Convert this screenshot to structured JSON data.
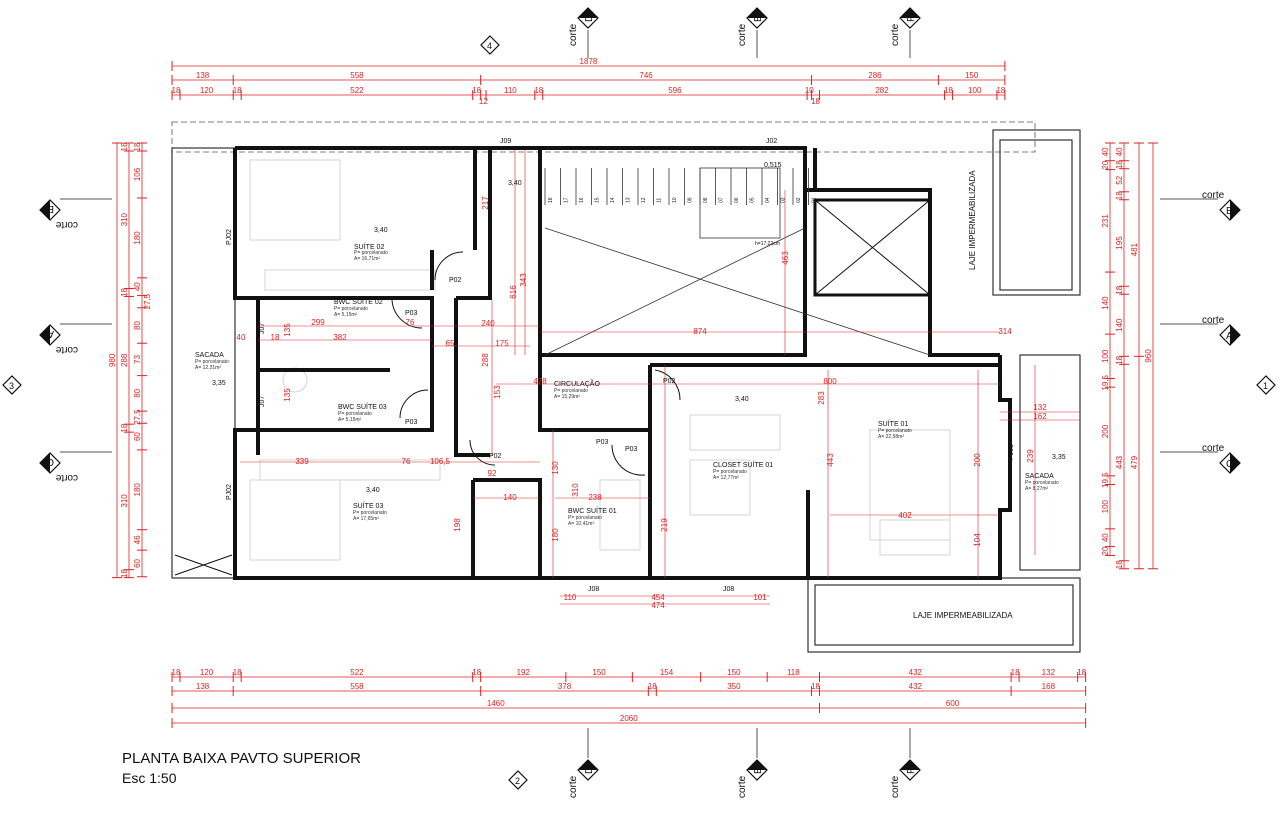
{
  "title": "PLANTA BAIXA PAVTO SUPERIOR",
  "scale": "Esc  1:50",
  "colors": {
    "walls": "#111111",
    "dimensions": "#dd2222",
    "furniture": "#cfcfcf"
  },
  "rooms": [
    {
      "name": "SUÍTE 02",
      "floor": "P= porcelanato",
      "area": "A= 16,71m²",
      "level": "3,40"
    },
    {
      "name": "BWC SUÍTE 02",
      "floor": "P= porcelanato",
      "area": "A= 5,15m²"
    },
    {
      "name": "BWC SUÍTE 03",
      "floor": "P= porcelanato",
      "area": "A= 5,15m²"
    },
    {
      "name": "SUÍTE 03",
      "floor": "P= porcelanato",
      "area": "A= 17,65m²",
      "level": "3,40"
    },
    {
      "name": "SACADA",
      "floor": "P= porcelanato",
      "area": "A= 12,21m²",
      "level": "3,35"
    },
    {
      "name": "CIRCULAÇÃO",
      "floor": "P= porcelanato",
      "area": "A= 15,29m²",
      "level": "3,40"
    },
    {
      "name": "BWC SUÍTE 01",
      "floor": "P= porcelanato",
      "area": "A= 10,41m²"
    },
    {
      "name": "CLOSET SUÍTE 01",
      "floor": "P= porcelanato",
      "area": "A= 12,77m²",
      "level": "3,40"
    },
    {
      "name": "SUÍTE 01",
      "floor": "P= porcelanato",
      "area": "A= 22,58m²"
    },
    {
      "name": "SACADA",
      "floor": "P= porcelanato",
      "area": "A= 8,27m²",
      "level": "3,35"
    },
    {
      "name": "LAJE IMPERMEABILIZADA"
    },
    {
      "name": "LAJE IMPERMEABILIZADA"
    }
  ],
  "stair": {
    "level": "0,515",
    "note": "h=17,22cm",
    "steps": [
      "18",
      "17",
      "16",
      "15",
      "14",
      "13",
      "12",
      "11",
      "10",
      "09",
      "08",
      "07",
      "06",
      "05",
      "04",
      "03",
      "02",
      "01"
    ]
  },
  "openings": [
    "J09",
    "J02",
    "J07",
    "J07",
    "J08",
    "J08",
    "PJ02",
    "PJ02",
    "PJ03",
    "P02",
    "P02",
    "P02",
    "P03",
    "P03",
    "P03",
    "P03"
  ],
  "cortes": {
    "word": "corte",
    "top": [
      "D",
      "B",
      "F"
    ],
    "bottom": [
      "D",
      "B",
      "F"
    ],
    "left": [
      "E",
      "A",
      "C"
    ],
    "right": [
      "E",
      "A",
      "C"
    ]
  },
  "facades": {
    "top": "4",
    "bottom": "2",
    "left": "3",
    "right": "1"
  },
  "dimensions": {
    "top": [
      [
        1878
      ],
      [
        138,
        558,
        746,
        286,
        150
      ],
      [
        18,
        120,
        18,
        522,
        18,
        12,
        110,
        18,
        596,
        10,
        18,
        282,
        18,
        100,
        18
      ]
    ],
    "bottom": [
      [
        18,
        120,
        18,
        522,
        18,
        192,
        150,
        154,
        150,
        118,
        432,
        18,
        132,
        18
      ],
      [
        138,
        558,
        378,
        18,
        350,
        18,
        432,
        168
      ],
      [
        1460,
        600
      ],
      [
        2060
      ]
    ],
    "left": [
      [
        980
      ],
      [
        18,
        310,
        18,
        288,
        18,
        310,
        18
      ],
      [
        18,
        106,
        180,
        40,
        27.5,
        80,
        73,
        80,
        27.5,
        60,
        180,
        46,
        60
      ]
    ],
    "right": [
      [
        40,
        20,
        231,
        140,
        100,
        19.5,
        200,
        19.5,
        100,
        40,
        20
      ],
      [
        40,
        18,
        52,
        18,
        195,
        18,
        140,
        18,
        443,
        18
      ],
      [
        481,
        479
      ],
      [
        960
      ]
    ],
    "interior": [
      "299",
      "76",
      "382",
      "40",
      "18",
      "240",
      "65",
      "175",
      "874",
      "314",
      "478",
      "800",
      "339",
      "76",
      "106,5",
      "92",
      "140",
      "238",
      "402",
      "454",
      "474",
      "110",
      "101",
      "343",
      "616",
      "288",
      "153",
      "217",
      "463",
      "283",
      "443",
      "200",
      "104",
      "239",
      "162",
      "132",
      "310",
      "180",
      "198",
      "219",
      "130",
      "135",
      "135"
    ]
  }
}
